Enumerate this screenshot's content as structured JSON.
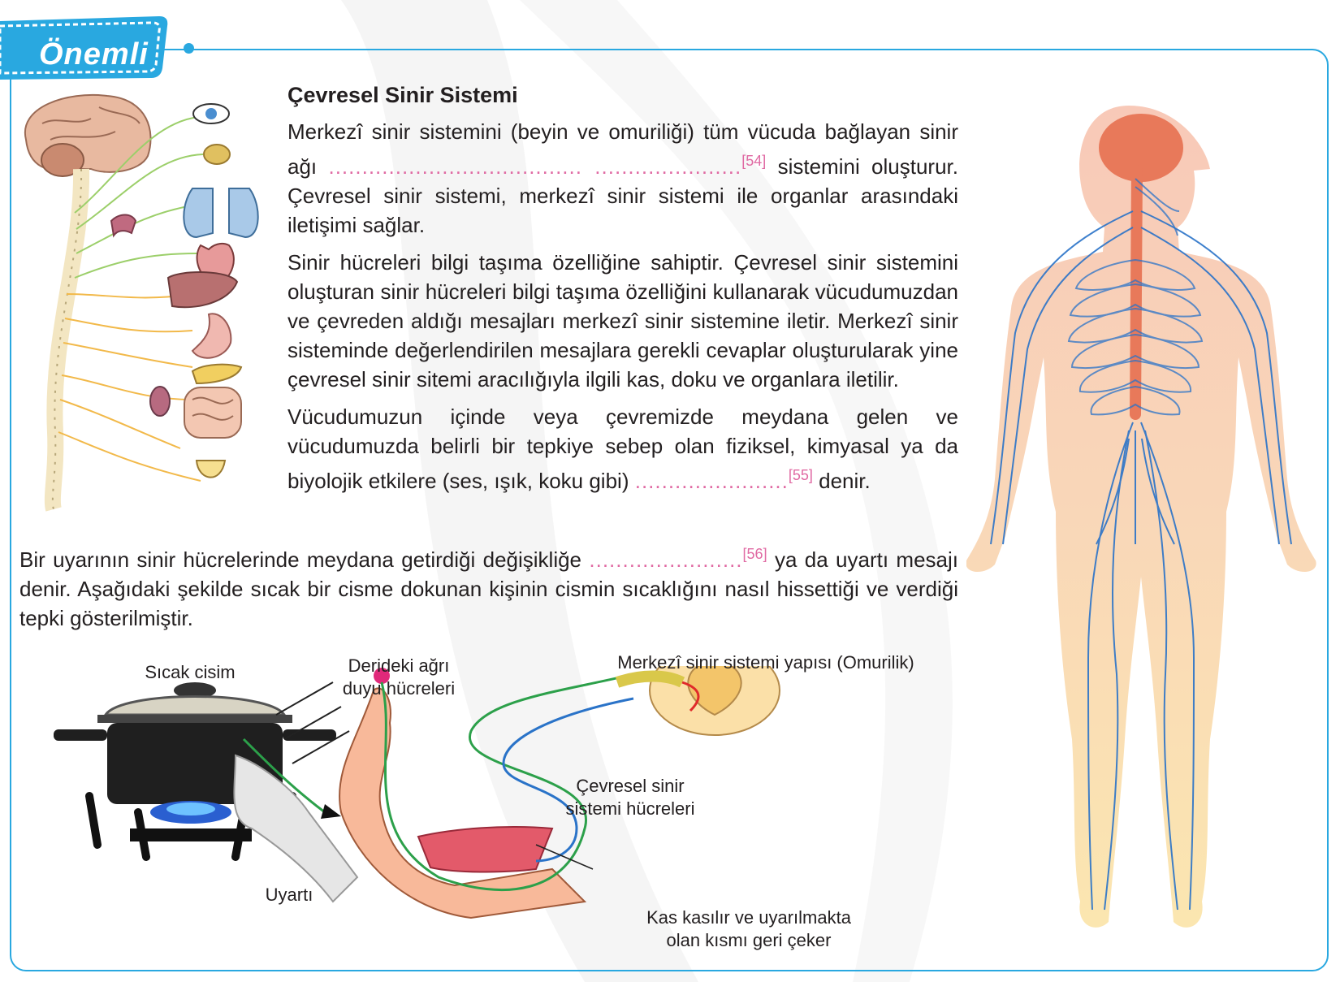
{
  "badge": {
    "label": "Önemli"
  },
  "section": {
    "title": "Çevresel Sinir Sistemi"
  },
  "paragraphs": {
    "p1_a": "Merkezî sinir sistemini (beyin ve omuriliği) tüm vücuda bağlayan sinir ağı",
    "p1_blank": "...................................... ......................",
    "p1_ref": "[54]",
    "p1_b": "sistemini oluşturur. Çevresel sinir sistemi, merkezî sinir sistemi ile organlar arasındaki iletişimi sağlar.",
    "p2": "Sinir hücreleri bilgi taşıma özelliğine sahiptir. Çevresel sinir sistemini oluşturan sinir hücreleri bilgi taşıma özelliğini kullanarak vücudumuzdan ve çevreden aldığı mesajları merkezî sinir sistemine iletir. Merkezî sinir sisteminde değerlendirilen mesajlara gerekli cevaplar oluşturularak yine çevresel sinir sitemi aracılığıyla ilgili kas, doku ve organlara iletilir.",
    "p3_a": "Vücudumuzun içinde veya çevremizde meydana gelen ve vücudumuzda belirli bir tepkiye sebep olan fiziksel, kimyasal ya da biyolojik etkilere (ses, ışık, koku gibi)",
    "p3_blank": ".......................",
    "p3_ref": "[55]",
    "p3_b": "denir.",
    "p4_a": "Bir uyarının sinir hücrelerinde meydana getirdiği değişikliğe",
    "p4_blank": ".......................",
    "p4_ref": "[56]",
    "p4_b": "ya da uyartı mesajı denir. Aşağıdaki şekilde sıcak bir cisme dokunan kişinin cismin sıcaklığını nasıl hissettiği ve verdiği tepki gösterilmiştir."
  },
  "figure_labels": {
    "hot_object": "Sıcak cisim",
    "pain_receptors_1": "Derideki ağrı",
    "pain_receptors_2": "duyu hücreleri",
    "cns_structure": "Merkezî sinir sistemi yapısı (Omurilik)",
    "pns_cells_1": "Çevresel sinir",
    "pns_cells_2": "sistemi hücreleri",
    "stimulus": "Uyartı",
    "muscle_1": "Kas kasılır ve uyarılmakta",
    "muscle_2": "olan kısmı geri çeker"
  },
  "colors": {
    "accent": "#29a8e0",
    "blank": "#e06aa3",
    "nerve_blue": "#2a73c8",
    "spine_orange": "#e8795a",
    "skin": "#f8c9a8"
  }
}
